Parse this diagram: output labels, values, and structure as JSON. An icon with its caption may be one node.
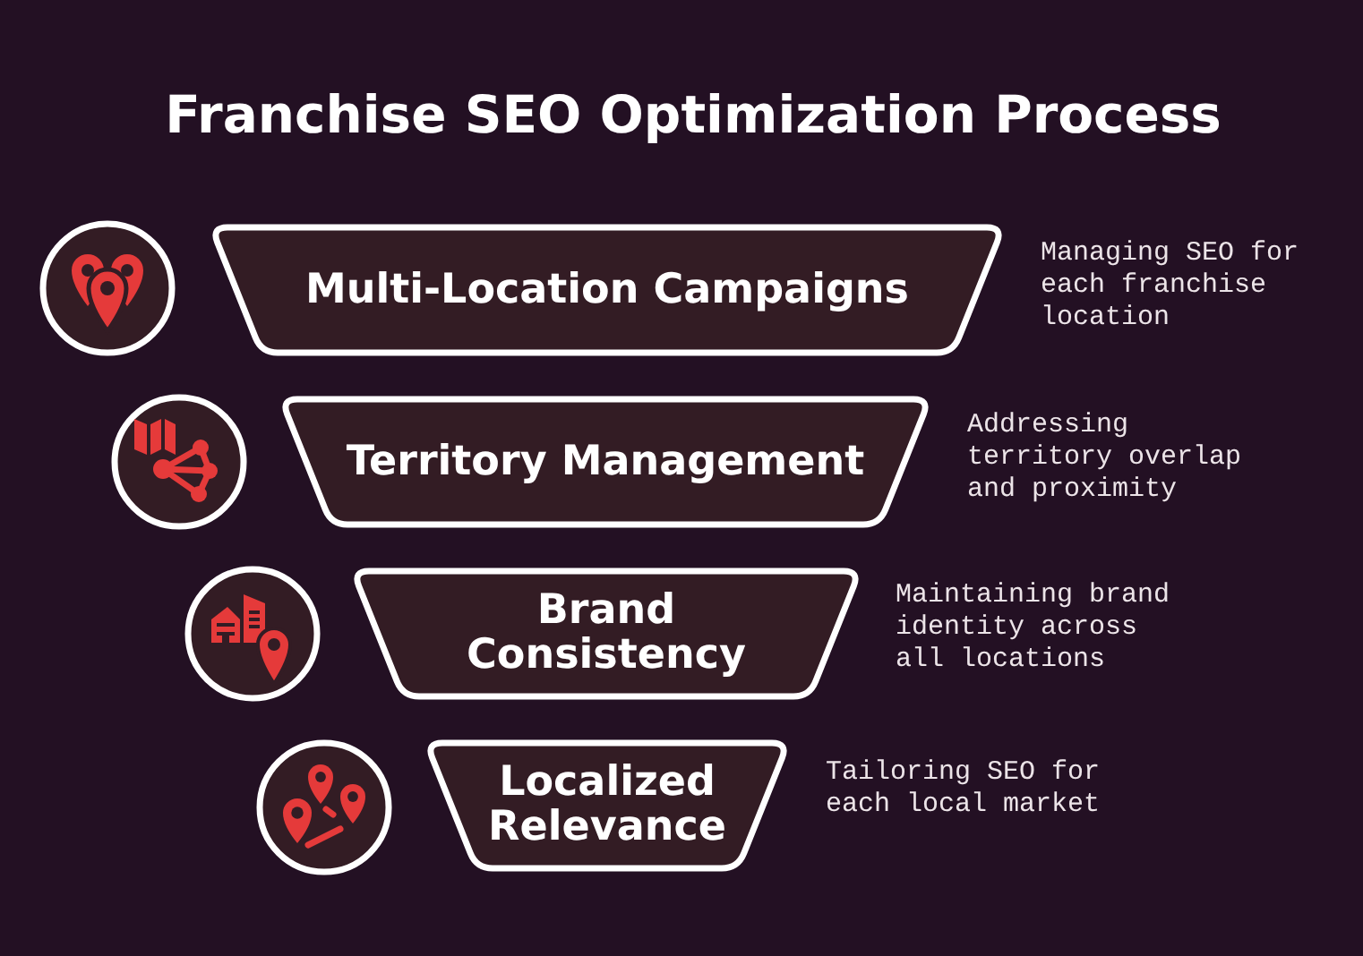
{
  "diagram": {
    "title": "Franchise SEO Optimization Process",
    "nodes": [
      {
        "text": [
          "Multi-Location Campaigns"
        ],
        "beside": [
          "Managing SEO for each franchise location"
        ]
      },
      {
        "text": [
          "Territory Management"
        ],
        "beside": [
          "Addressing territory overlap and proximity"
        ]
      },
      {
        "text": [
          "Brand Consistency"
        ],
        "beside": [
          "Maintaining brand identity across all locations"
        ]
      },
      {
        "text": [
          "Localized Relevance"
        ],
        "beside": [
          "Tailoring SEO for each local market"
        ]
      }
    ]
  }
}
